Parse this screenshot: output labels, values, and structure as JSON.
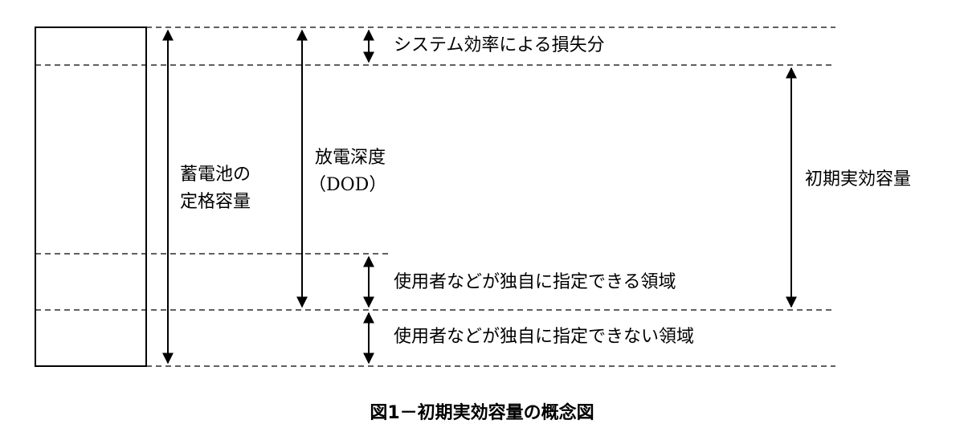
{
  "labels": {
    "system_loss": "システム効率による損失分",
    "rated_capacity_line1": "蓄電池の",
    "rated_capacity_line2": "定格容量",
    "dod_line1": "放電深度",
    "dod_line2": "（DOD）",
    "initial_effective_capacity": "初期実効容量",
    "user_specifiable": "使用者などが独自に指定できる領域",
    "user_non_specifiable": "使用者などが独自に指定できない領域"
  },
  "caption": "図1－初期実効容量の概念図"
}
